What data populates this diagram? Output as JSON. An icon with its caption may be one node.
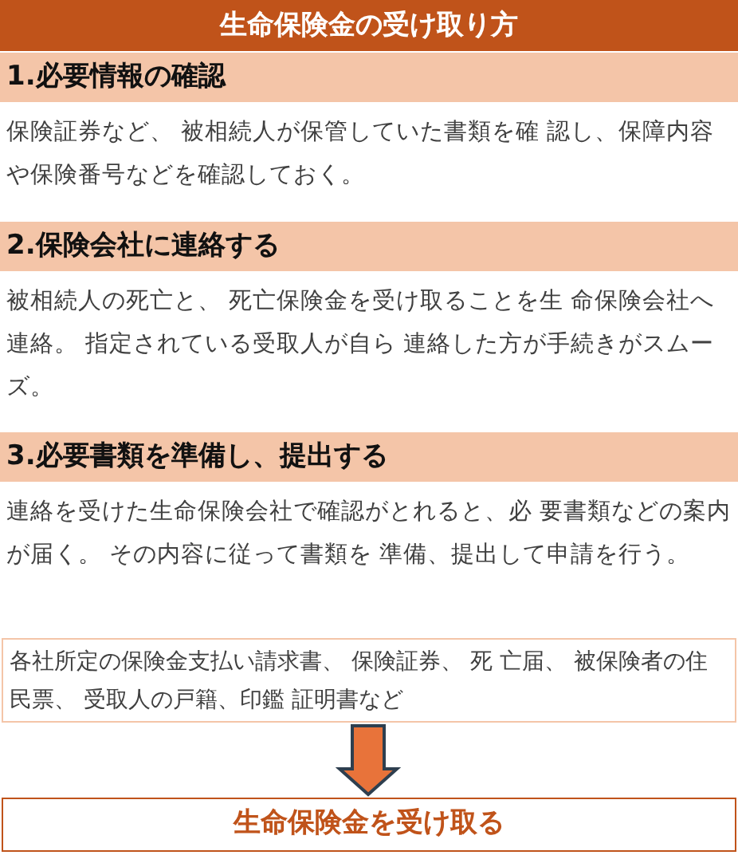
{
  "diagram": {
    "title": "生命保険金の受け取り方",
    "nodes": [
      {
        "text": [
          "1.必要情報の確認",
          "保険証券など、 被相続人が保管していた書類を確 認し、保障内容や保険番号などを確認しておく。"
        ]
      },
      {
        "text": [
          "2.保険会社に連絡する",
          "被相続人の死亡と、 死亡保険金を受け取ることを生 命保険会社へ連絡。 指定されている受取人が自ら 連絡した方が手続きがスムーズ。"
        ]
      },
      {
        "text": [
          "3.必要書類を準備し、提出する",
          "連絡を受けた生命保険会社で確認がとれると、必 要書類などの案内が届く。 その内容に従って書類を 準備、提出して申請を行う。"
        ]
      },
      {
        "text": [
          "各社所定の保険金支払い請求書、 保険証券、 死 亡届、 被保険者の住民票、 受取人の戸籍、印鑑 証明書など"
        ]
      },
      {
        "text": [
          "生命保険金を受け取る"
        ]
      }
    ],
    "edges": [
      {
        "from": 3,
        "to": 4,
        "arrow": "to"
      }
    ]
  }
}
